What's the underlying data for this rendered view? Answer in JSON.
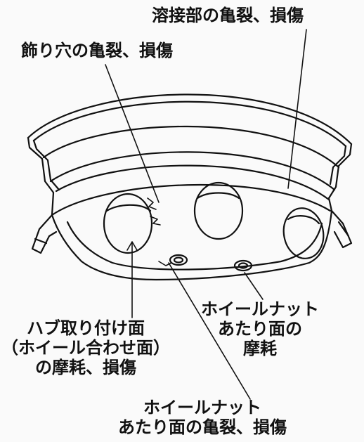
{
  "labels": {
    "weld_damage": "溶接部の亀裂、損傷",
    "decorative_hole_damage": "飾り穴の亀裂、損傷",
    "hub_mount_surface": [
      "ハブ取り付け面",
      "（ホイール合わせ面）",
      "の摩耗、損傷"
    ],
    "nut_seat_wear": [
      "ホイールナット",
      "あたり面の",
      "摩耗"
    ],
    "nut_seat_crack": [
      "ホイールナット",
      "あたり面の亀裂、損傷"
    ]
  },
  "colors": {
    "ink": "#111111",
    "paper": "#fafafa"
  }
}
